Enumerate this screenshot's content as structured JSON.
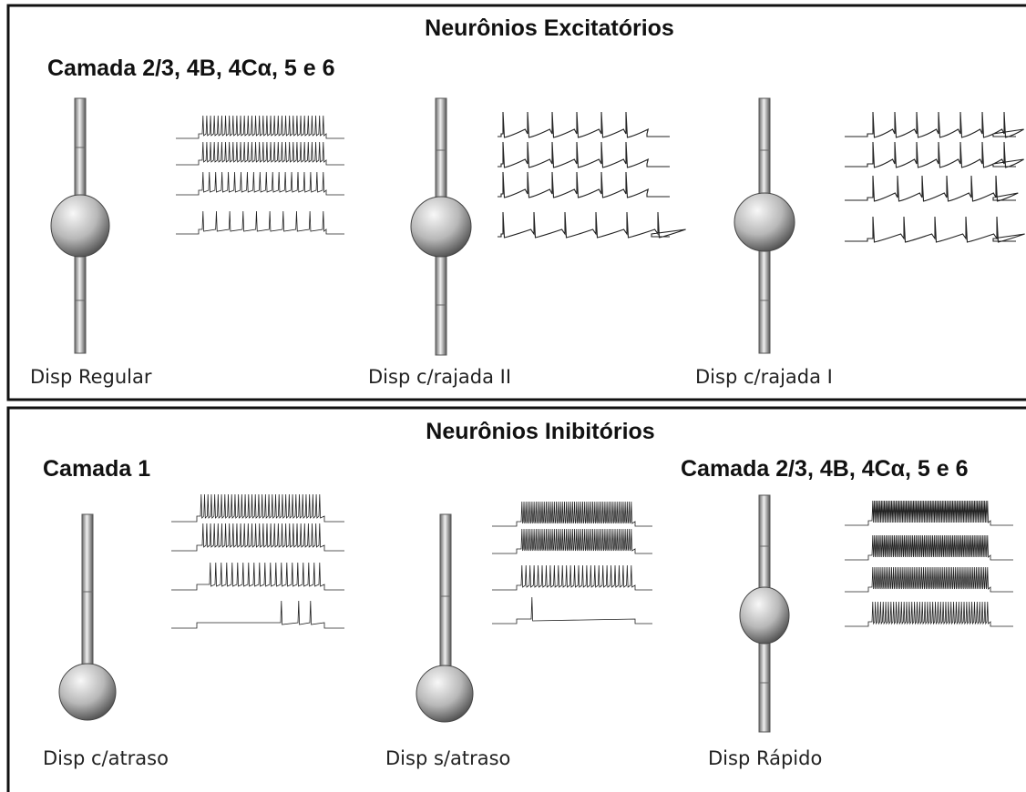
{
  "top_panel": {
    "title": "Neurônios Excitatórios",
    "layer_label": "Camada 2/3, 4B, 4Cα, 5 e 6",
    "cells": [
      {
        "id": "regular",
        "caption": "Disp Regular",
        "pattern": "regular"
      },
      {
        "id": "burst2",
        "caption": "Disp c/rajada II",
        "pattern": "burst"
      },
      {
        "id": "burst1",
        "caption": "Disp c/rajada I",
        "pattern": "burst"
      }
    ]
  },
  "bottom_panel": {
    "title": "Neurônios Inibitórios",
    "layer_label_left": "Camada  1",
    "layer_label_right": "Camada  2/3, 4B, 4Cα, 5 e 6",
    "cells": [
      {
        "id": "delayed",
        "caption": "Disp c/atraso",
        "pattern": "delayed"
      },
      {
        "id": "nondelayed",
        "caption": "Disp s/atraso",
        "pattern": "nondelayed"
      },
      {
        "id": "fast",
        "caption": "Disp Rápido",
        "pattern": "fast"
      }
    ]
  },
  "colors": {
    "ink": "#111111",
    "neuron_light": "#f4f4f4",
    "neuron_dark": "#555555"
  }
}
